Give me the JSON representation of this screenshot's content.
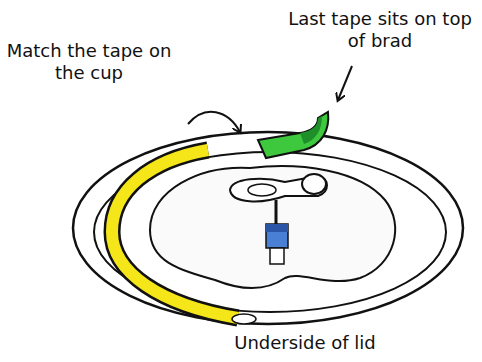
{
  "diagram": {
    "labels": [
      "Match the tape on the cup",
      "Last tape sits on top of brad",
      "Underside of lid"
    ]
  }
}
